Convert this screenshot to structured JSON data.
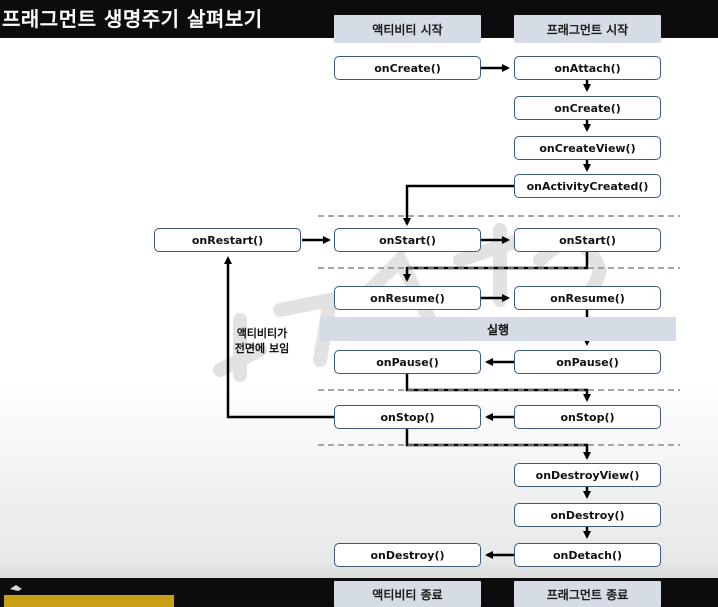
{
  "title": "프래그먼트 생명주기 살펴보기",
  "headers": {
    "activity_start": "액티비티 시작",
    "fragment_start": "프래그먼트 시작",
    "activity_end": "액티비티 종료",
    "fragment_end": "프래그먼트 종료"
  },
  "activity": {
    "on_create": "onCreate()",
    "on_start": "onStart()",
    "on_resume": "onResume()",
    "on_pause": "onPause()",
    "on_stop": "onStop()",
    "on_destroy": "onDestroy()",
    "on_restart": "onRestart()"
  },
  "fragment": {
    "on_attach": "onAttach()",
    "on_create": "onCreate()",
    "on_create_view": "onCreateView()",
    "on_activity_created": "onActivityCreated()",
    "on_start": "onStart()",
    "on_resume": "onResume()",
    "on_pause": "onPause()",
    "on_stop": "onStop()",
    "on_destroy_view": "onDestroyView()",
    "on_destroy": "onDestroy()",
    "on_detach": "onDetach()"
  },
  "running_label": "실행",
  "note": {
    "line1": "액티비티가",
    "line2": "전면에 보임"
  },
  "colors": {
    "box_border": "#3d5a7a",
    "header_fill": "#d6dce6",
    "bar": "#0c0c0c"
  }
}
